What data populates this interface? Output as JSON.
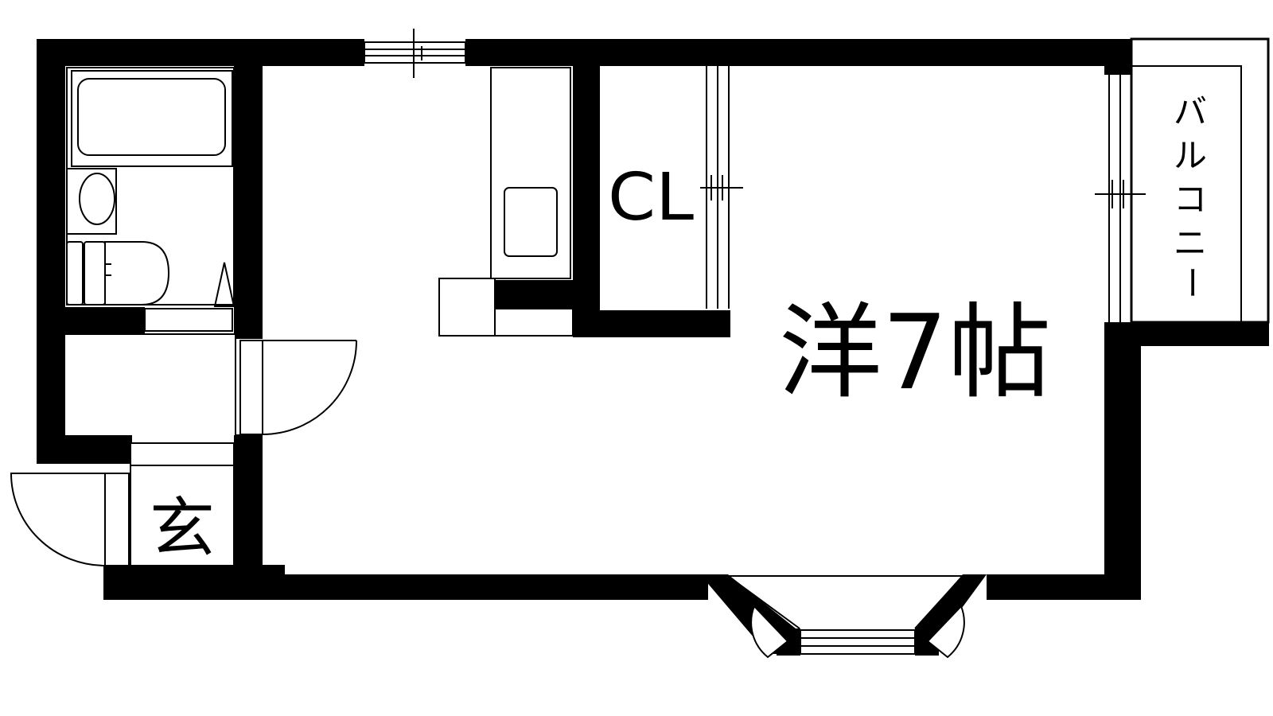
{
  "rooms": {
    "western_room": "洋7帖",
    "closet": "CL",
    "entrance": "玄",
    "balcony_chars": [
      "バ",
      "ル",
      "コ",
      "ニ",
      "ー"
    ]
  },
  "colors": {
    "wall": "#000000",
    "line": "#000000",
    "background": "#ffffff"
  }
}
